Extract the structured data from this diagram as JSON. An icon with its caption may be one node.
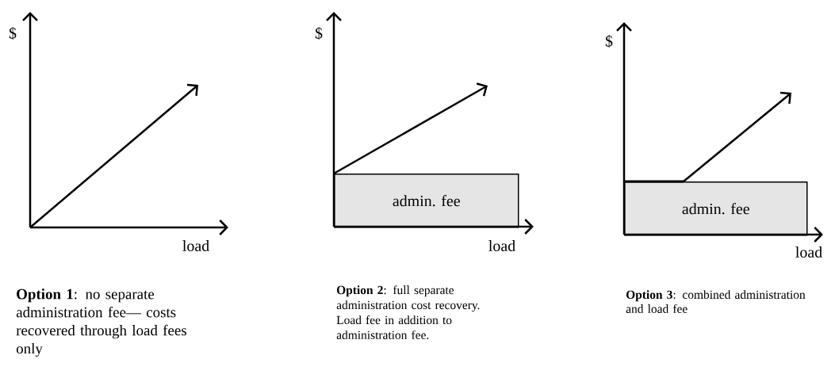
{
  "diagram": {
    "nodes": [
      {
        "text": [
          "admin. fee"
        ]
      },
      {
        "text": [
          "admin. fee"
        ]
      }
    ],
    "labels": [
      "$",
      "load",
      "**Option 1**: no separate administration fee— costs recovered through load fees only",
      "$",
      "load",
      "**Option 2**: full separate administration cost recovery. Load fee in addition to administration fee.",
      "$",
      "load",
      "**Option 3**: combined administration and load fee"
    ]
  }
}
